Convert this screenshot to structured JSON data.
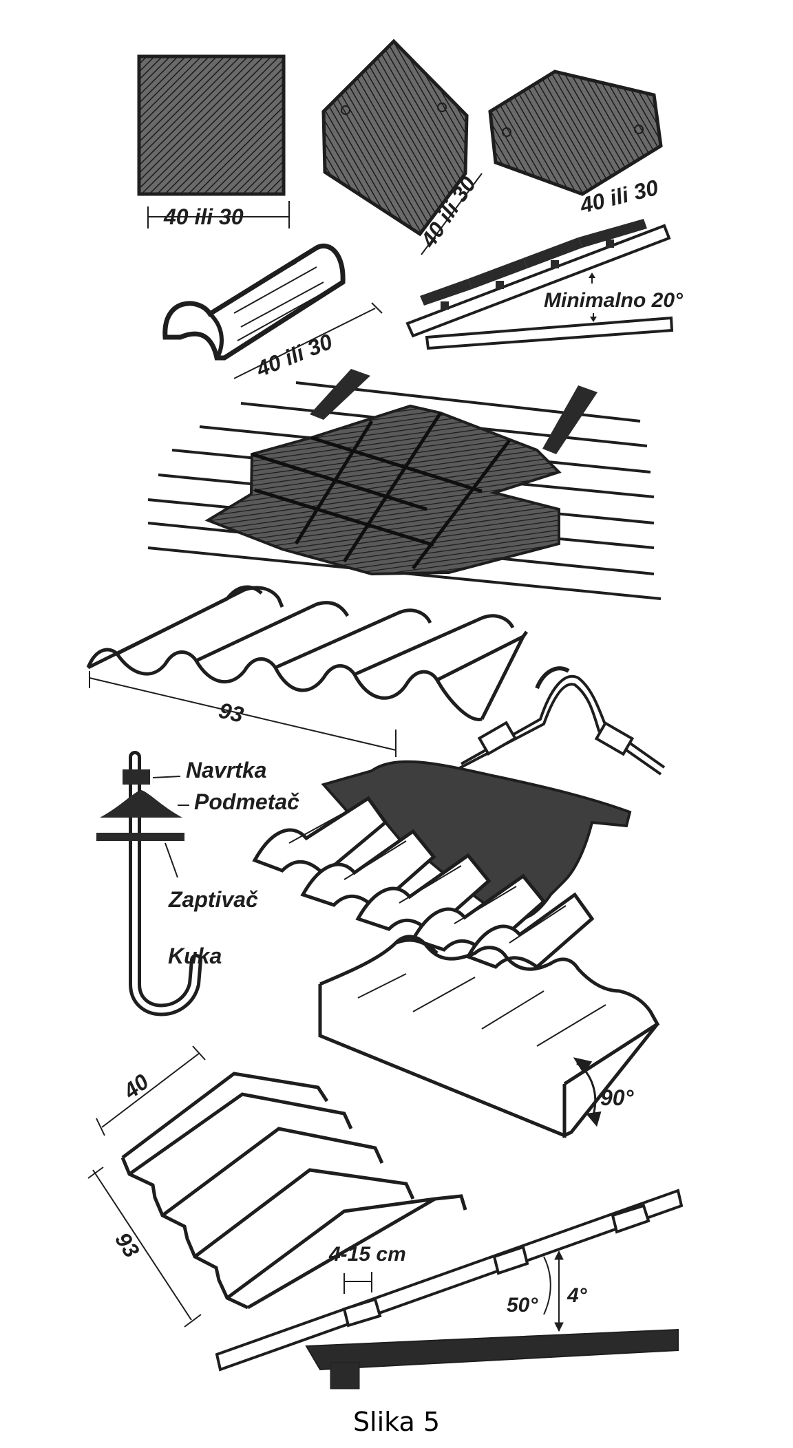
{
  "labels": {
    "square_dim": "40 ili 30",
    "diamond_dim": "40 ili 30",
    "hexagon_dim": "40 ili 30",
    "ridge_dim": "40 ili 30",
    "min_slope": "Minimalno 20°",
    "corrugated_width": "93",
    "nut": "Navrtka",
    "washer": "Podmetač",
    "sealant": "Zaptivač",
    "hook": "Kuka",
    "right_angle": "90°",
    "sheet_length": "40",
    "sheet_width": "93",
    "overlap": "4-15 cm",
    "angle_big": "50°",
    "angle_small": "4°"
  },
  "caption": "Slika 5",
  "colors": {
    "ink": "#1e1e1e",
    "tile_fill": "#5a5a5a",
    "paper": "#ffffff"
  }
}
